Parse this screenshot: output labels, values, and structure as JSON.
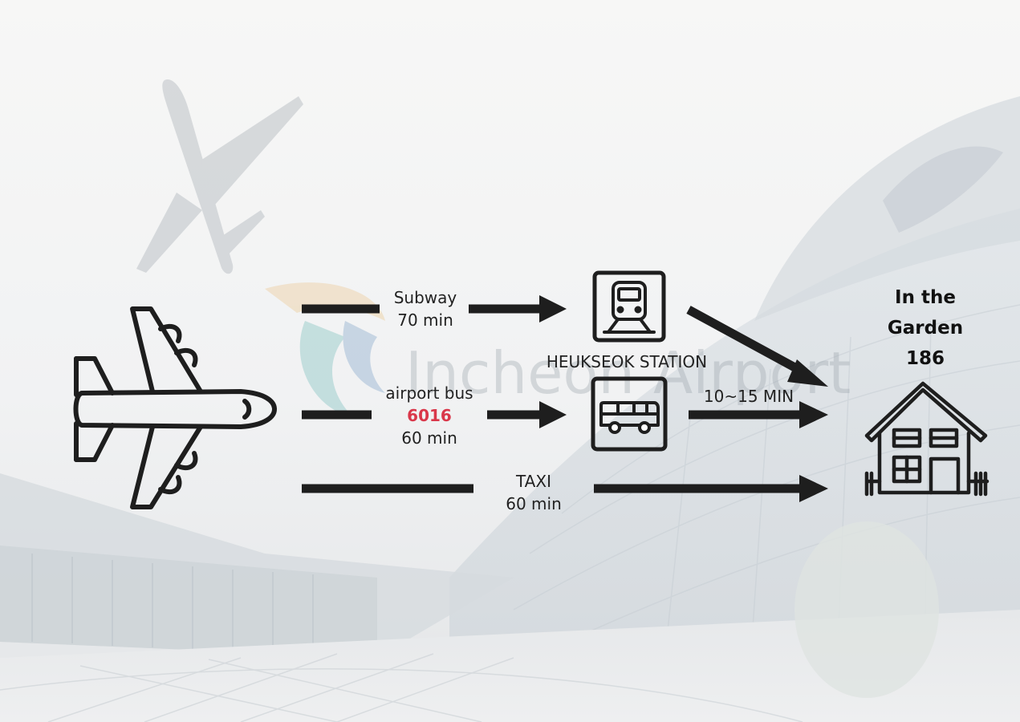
{
  "background": {
    "watermark_text": "Incheon Airport"
  },
  "routes": {
    "subway": {
      "mode": "Subway",
      "time": "70 min"
    },
    "bus": {
      "mode": "airport bus",
      "number": "6016",
      "time": "60 min"
    },
    "taxi": {
      "mode": "TAXI",
      "time": "60 min"
    },
    "transfer_time": "10~15 MIN"
  },
  "station": {
    "name": "HEUKSEOK STATION"
  },
  "destination": {
    "line1": "In the",
    "line2": "Garden",
    "line3": "186"
  },
  "icons": {
    "origin": "airplane-icon",
    "train": "train-icon",
    "bus": "bus-icon",
    "destination": "house-icon"
  },
  "colors": {
    "arrow": "#1e1e1e",
    "highlight": "#d9374a"
  }
}
